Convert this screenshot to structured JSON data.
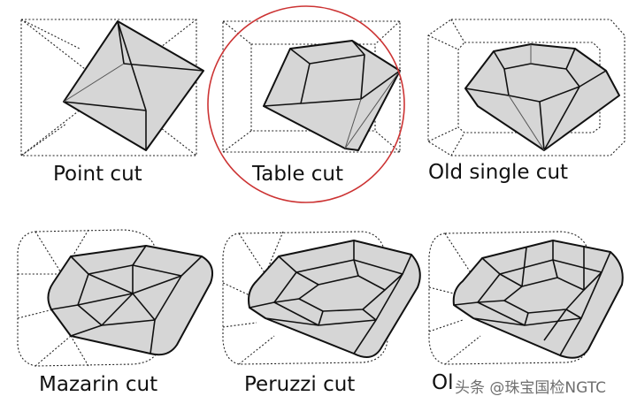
{
  "cuts": [
    {
      "id": "point",
      "label": "Point cut",
      "highlighted": false
    },
    {
      "id": "table",
      "label": "Table cut",
      "highlighted": true
    },
    {
      "id": "old-single",
      "label": "Old single cut",
      "highlighted": false
    },
    {
      "id": "mazarin",
      "label": "Mazarin cut",
      "highlighted": false
    },
    {
      "id": "peruzzi",
      "label": "Peruzzi cut",
      "highlighted": false
    },
    {
      "id": "old-european",
      "label": "Ol",
      "highlighted": false
    }
  ],
  "watermark": "头条 @珠宝国检NGTC",
  "colors": {
    "gem_fill": "#d6d6d6",
    "outline": "#111111",
    "highlight_circle": "#cc3333"
  }
}
